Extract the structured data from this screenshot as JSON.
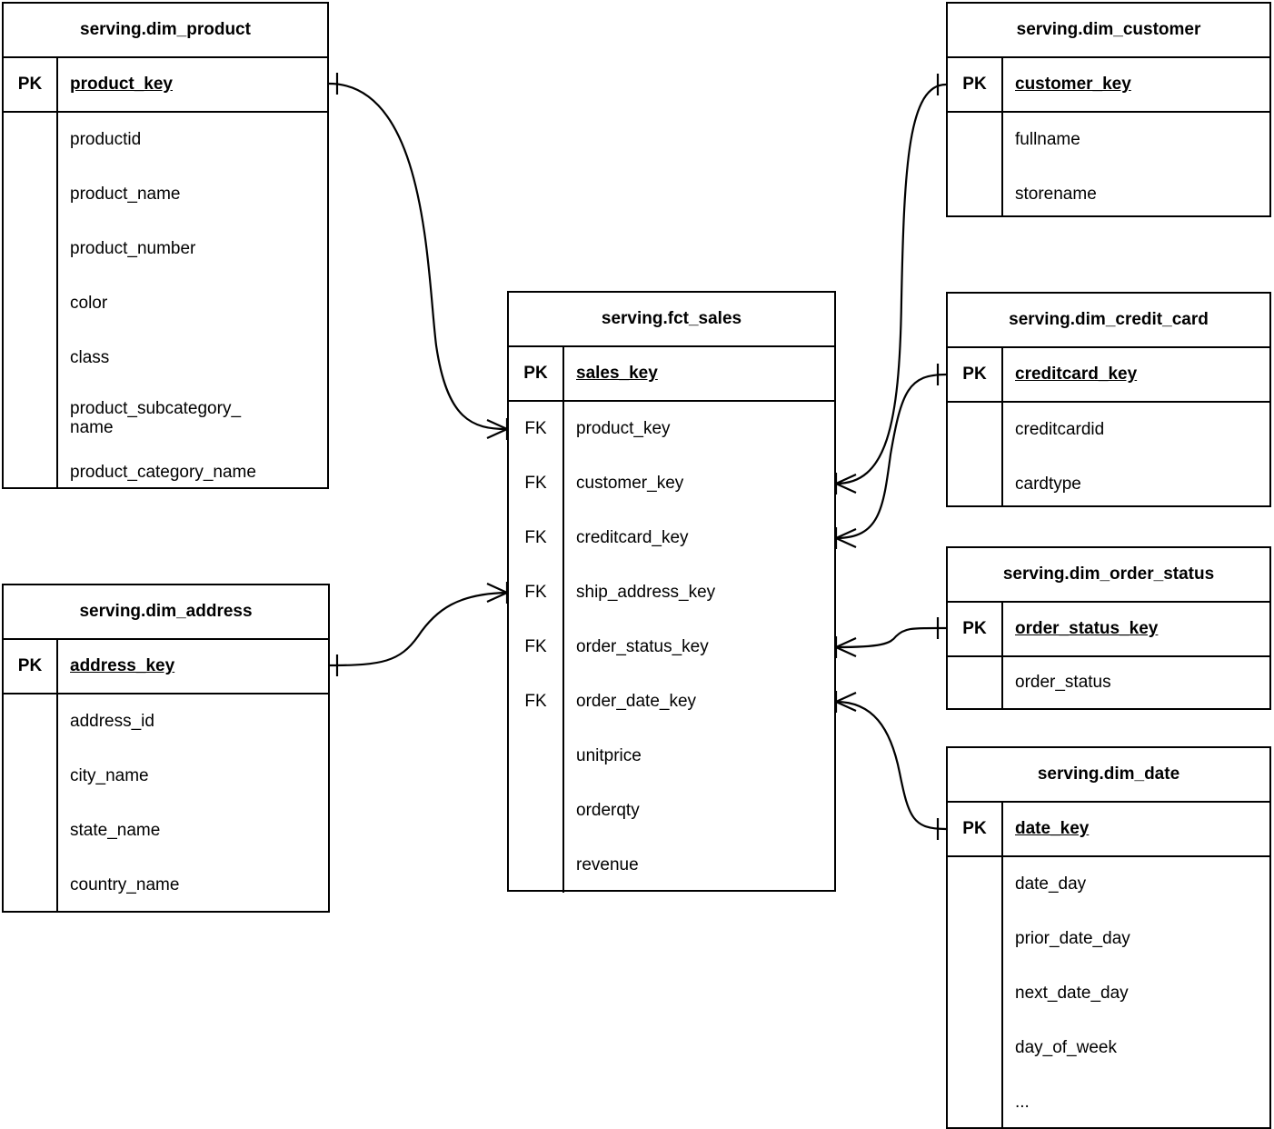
{
  "diagram": {
    "type": "entity-relationship-diagram",
    "notation": "crows-foot",
    "background_color": "#ffffff",
    "line_color": "#000000",
    "key_labels": {
      "primary": "PK",
      "foreign": "FK"
    }
  },
  "entities": [
    {
      "id": "dim_product",
      "title": "serving.dim_product",
      "pk": {
        "key": "PK",
        "name": "product_key"
      },
      "attributes": [
        "productid",
        "product_name",
        "product_number",
        "color",
        "class",
        "product_subcategory_\nname",
        "product_category_name"
      ]
    },
    {
      "id": "dim_address",
      "title": "serving.dim_address",
      "pk": {
        "key": "PK",
        "name": "address_key"
      },
      "attributes": [
        "address_id",
        "city_name",
        "state_name",
        "country_name"
      ]
    },
    {
      "id": "fct_sales",
      "title": "serving.fct_sales",
      "pk": {
        "key": "PK",
        "name": "sales_key"
      },
      "columns": [
        {
          "key": "FK",
          "name": "product_key"
        },
        {
          "key": "FK",
          "name": "customer_key"
        },
        {
          "key": "FK",
          "name": "creditcard_key"
        },
        {
          "key": "FK",
          "name": "ship_address_key"
        },
        {
          "key": "FK",
          "name": "order_status_key"
        },
        {
          "key": "FK",
          "name": "order_date_key"
        },
        {
          "key": "",
          "name": "unitprice"
        },
        {
          "key": "",
          "name": "orderqty"
        },
        {
          "key": "",
          "name": "revenue"
        }
      ]
    },
    {
      "id": "dim_customer",
      "title": "serving.dim_customer",
      "pk": {
        "key": "PK",
        "name": "customer_key"
      },
      "attributes": [
        "fullname",
        "storename"
      ]
    },
    {
      "id": "dim_credit_card",
      "title": "serving.dim_credit_card",
      "pk": {
        "key": "PK",
        "name": "creditcard_key"
      },
      "attributes": [
        "creditcardid",
        "cardtype"
      ]
    },
    {
      "id": "dim_order_status",
      "title": "serving.dim_order_status",
      "pk": {
        "key": "PK",
        "name": "order_status_key"
      },
      "attributes": [
        "order_status"
      ]
    },
    {
      "id": "dim_date",
      "title": "serving.dim_date",
      "pk": {
        "key": "PK",
        "name": "date_key"
      },
      "attributes": [
        "date_day",
        "prior_date_day",
        "next_date_day",
        "day_of_week",
        "..."
      ]
    }
  ],
  "relationships": [
    {
      "from": "dim_product.product_key",
      "to": "fct_sales.product_key",
      "from_card": "one",
      "to_card": "many"
    },
    {
      "from": "dim_address.address_key",
      "to": "fct_sales.ship_address_key",
      "from_card": "one",
      "to_card": "many"
    },
    {
      "from": "dim_customer.customer_key",
      "to": "fct_sales.customer_key",
      "from_card": "one",
      "to_card": "many"
    },
    {
      "from": "dim_credit_card.creditcard_key",
      "to": "fct_sales.creditcard_key",
      "from_card": "one",
      "to_card": "many"
    },
    {
      "from": "dim_order_status.order_status_key",
      "to": "fct_sales.order_status_key",
      "from_card": "one",
      "to_card": "many"
    },
    {
      "from": "dim_date.date_key",
      "to": "fct_sales.order_date_key",
      "from_card": "one",
      "to_card": "many"
    }
  ]
}
